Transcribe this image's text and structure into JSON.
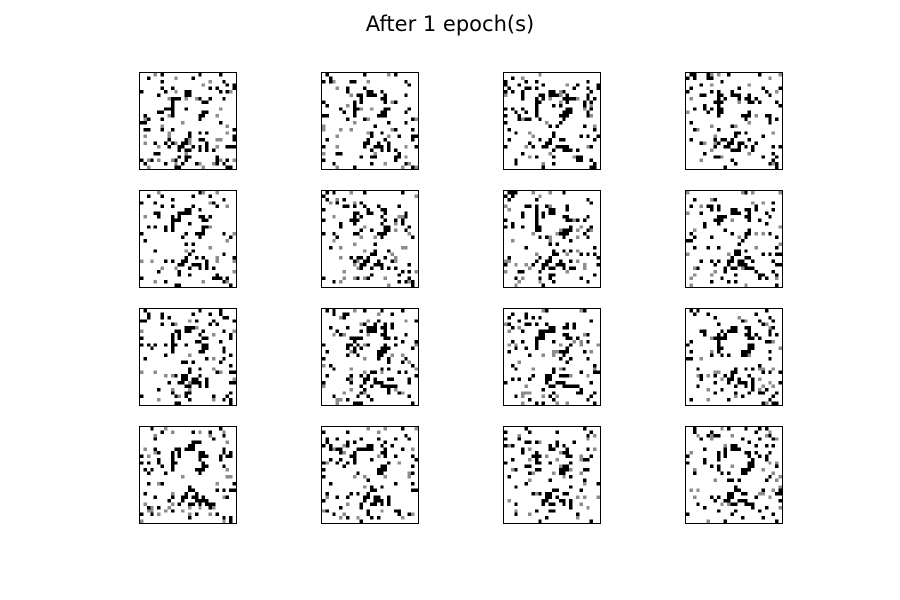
{
  "figure": {
    "title": "After 1 epoch(s)"
  },
  "grid": {
    "rows": 4,
    "cols": 4,
    "image_resolution": 28,
    "colormap": "binary",
    "samples": [
      {
        "id": "sample-1"
      },
      {
        "id": "sample-2"
      },
      {
        "id": "sample-3"
      },
      {
        "id": "sample-4"
      },
      {
        "id": "sample-5"
      },
      {
        "id": "sample-6"
      },
      {
        "id": "sample-7"
      },
      {
        "id": "sample-8"
      },
      {
        "id": "sample-9"
      },
      {
        "id": "sample-10"
      },
      {
        "id": "sample-11"
      },
      {
        "id": "sample-12"
      },
      {
        "id": "sample-13"
      },
      {
        "id": "sample-14"
      },
      {
        "id": "sample-15"
      },
      {
        "id": "sample-16"
      }
    ]
  }
}
